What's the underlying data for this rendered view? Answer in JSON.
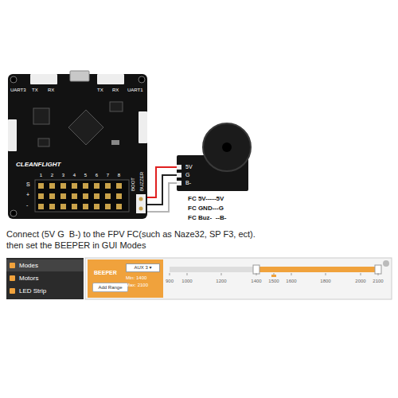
{
  "diagram": {
    "nodes": [
      {
        "text": [
          "CLEANFLIGHT"
        ]
      },
      {
        "text": [
          "5V",
          "G",
          "B-"
        ]
      },
      {
        "text": [
          "Modes"
        ]
      },
      {
        "text": [
          "Motors"
        ]
      },
      {
        "text": [
          "LED Strip"
        ]
      },
      {
        "text": [
          "BEEPER"
        ]
      },
      {
        "text": [
          "AUX 3 ▾"
        ],
        "in": 5
      },
      {
        "text": [
          "Add Range"
        ],
        "in": 5
      }
    ],
    "edges": [
      {
        "from": 0,
        "to": 1,
        "arrow": "none"
      },
      {
        "from": 0,
        "to": 1,
        "arrow": "none"
      },
      {
        "from": 0,
        "to": 1,
        "arrow": "none"
      }
    ],
    "labels": [
      "UART3",
      "UART1",
      "TX",
      "RX",
      "TX",
      "RX",
      "BUZZER",
      "BOOT",
      "S",
      "+",
      "-",
      "1",
      "2",
      "3",
      "4",
      "5",
      "6",
      "7",
      "8",
      "FC 5V-----5V",
      "FC GND---G",
      "FC Buz-  --B-",
      "Connect (5V G  B-) to the FPV FC(such as Naze32, SP F3, ect).",
      "then set the BEEPER in GUI Modes",
      "Min: 1400",
      "Max: 2100",
      "900",
      "1000",
      "1200",
      "1400",
      "1500",
      "1600",
      "1800",
      "2000",
      "2100"
    ]
  }
}
